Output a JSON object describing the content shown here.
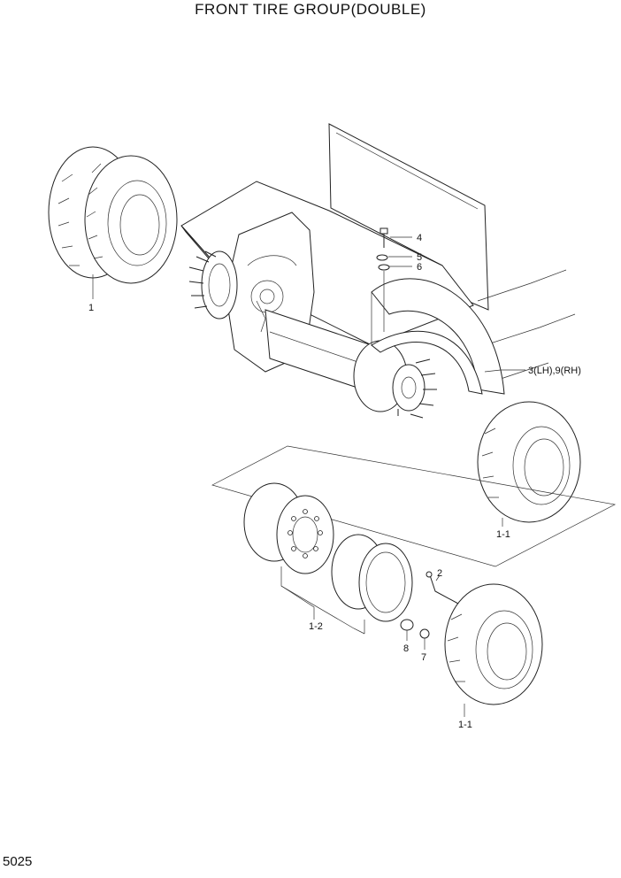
{
  "title": "FRONT TIRE GROUP(DOUBLE)",
  "page_number": "5025",
  "callouts": {
    "tire_assembly_double": "1",
    "tire_right_upper": "1-1",
    "tire_right_lower": "1-1",
    "wheel_rims": "1-2",
    "valve": "2",
    "fender": "3(LH),9(RH)",
    "bolt": "4",
    "spring_washer": "5",
    "washer": "6",
    "cap": "7",
    "nut": "8"
  }
}
